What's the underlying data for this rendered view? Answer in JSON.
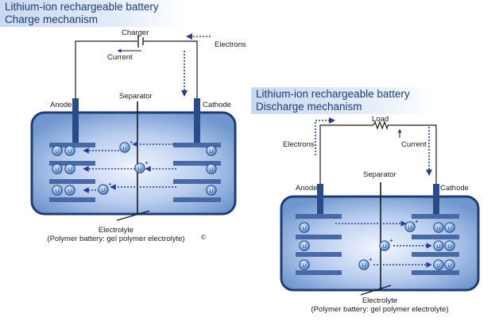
{
  "charge": {
    "title_line1": "Lithium-ion rechargeable battery",
    "title_line2": "Charge mechanism",
    "charger_label": "Charger",
    "current_label": "Current",
    "electrons_label": "Electrons",
    "anode_label": "Anode",
    "separator_label": "Separator",
    "cathode_label": "Cathode",
    "electrolyte_label": "Electrolyte",
    "electrolyte_note": "(Polymer battery: gel polymer electrolyte)",
    "copyright_mark": "©"
  },
  "discharge": {
    "title_line1": "Lithium-ion rechargeable battery",
    "title_line2": "Discharge mechanism",
    "load_label": "Load",
    "electrons_label": "Electrons",
    "current_label": "Current",
    "anode_label": "Anode",
    "separator_label": "Separator",
    "cathode_label": "Cathode",
    "electrolyte_label": "Electrolyte",
    "electrolyte_note": "(Polymer battery: gel polymer electrolyte)"
  },
  "ion": {
    "symbol": "Li",
    "charge": "+"
  },
  "colors": {
    "cell_edge": "#1f3d73",
    "cell_center": "#f2f6ff",
    "cell_outer": "#6e96cf",
    "plate": "#4868a6",
    "ion": "#3f7fcf",
    "arrow": "#2b3a9a",
    "wire": "#1a1a1a"
  }
}
